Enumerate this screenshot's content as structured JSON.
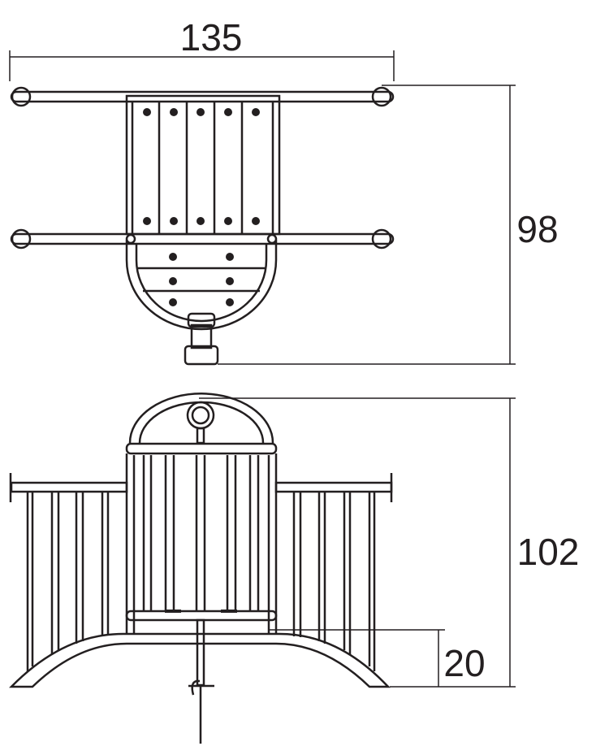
{
  "dimensions": {
    "width": "135",
    "top_view_depth": "98",
    "front_view_height": "102",
    "base_height": "20"
  },
  "colors": {
    "line": "#231f20",
    "background": "#ffffff"
  }
}
